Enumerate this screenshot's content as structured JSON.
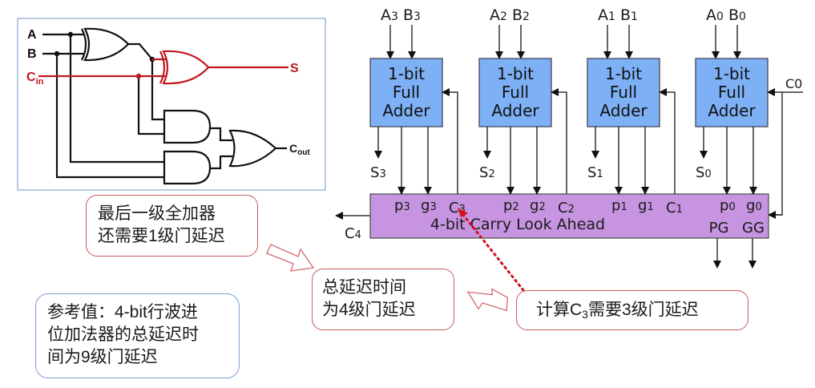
{
  "full_adder_circuit": {
    "inputs": [
      "A",
      "B",
      "C",
      "in"
    ],
    "output_sum": "S",
    "output_carry": "C",
    "output_carry_sub": "out",
    "highlight_color": "#c0181e"
  },
  "cla_diagram": {
    "adders": [
      {
        "a": "A",
        "a_sub": "3",
        "b": "B",
        "b_sub": "3",
        "label": [
          "1-bit",
          "Full",
          "Adder"
        ],
        "s": "S",
        "s_sub": "3",
        "p": "p",
        "p_sub": "3",
        "g": "g",
        "g_sub": "3",
        "c": "C",
        "c_sub": "3"
      },
      {
        "a": "A",
        "a_sub": "2",
        "b": "B",
        "b_sub": "2",
        "label": [
          "1-bit",
          "Full",
          "Adder"
        ],
        "s": "S",
        "s_sub": "2",
        "p": "p",
        "p_sub": "2",
        "g": "g",
        "g_sub": "2",
        "c": "C",
        "c_sub": "2"
      },
      {
        "a": "A",
        "a_sub": "1",
        "b": "B",
        "b_sub": "1",
        "label": [
          "1-bit",
          "Full",
          "Adder"
        ],
        "s": "S",
        "s_sub": "1",
        "p": "p",
        "p_sub": "1",
        "g": "g",
        "g_sub": "1",
        "c": "C",
        "c_sub": "1"
      },
      {
        "a": "A",
        "a_sub": "0",
        "b": "B",
        "b_sub": "0",
        "label": [
          "1-bit",
          "Full",
          "Adder"
        ],
        "s": "S",
        "s_sub": "0",
        "p": "p",
        "p_sub": "0",
        "g": "g",
        "g_sub": "0"
      }
    ],
    "carry_in": "C0",
    "carry_out": "C",
    "carry_out_sub": "4",
    "lookahead_label": "4-bit Carry Look Ahead",
    "pg_label": "PG",
    "gg_label": "GG",
    "adder_color": "#7eb0f5",
    "lookahead_color": "#c694e0"
  },
  "callouts": {
    "last_adder": [
      "最后一级全加器",
      "还需要1级门延迟"
    ],
    "total_delay": [
      "总延迟时间",
      "为4级门延迟"
    ],
    "compute_c3_prefix": "计算C",
    "compute_c3_sub": "3",
    "compute_c3_suffix": "需要3级门延迟",
    "reference": [
      "参考值：4-bit行波进",
      "位加法器的总延迟时",
      "间为9级门延迟"
    ]
  }
}
